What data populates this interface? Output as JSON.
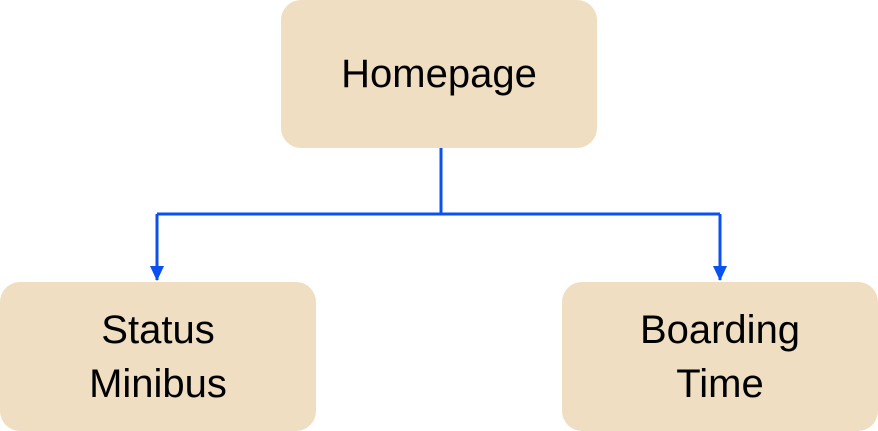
{
  "diagram": {
    "type": "tree",
    "colors": {
      "node_fill": "#efdec1",
      "connector": "#0b50f0",
      "text": "#000000"
    },
    "nodes": [
      {
        "id": "root",
        "lines": [
          "Homepage"
        ]
      },
      {
        "id": "left",
        "lines": [
          "Status",
          "Minibus"
        ]
      },
      {
        "id": "right",
        "lines": [
          "Boarding",
          "Time"
        ]
      }
    ],
    "edges": [
      {
        "from": "root",
        "to": "left"
      },
      {
        "from": "root",
        "to": "right"
      }
    ]
  }
}
